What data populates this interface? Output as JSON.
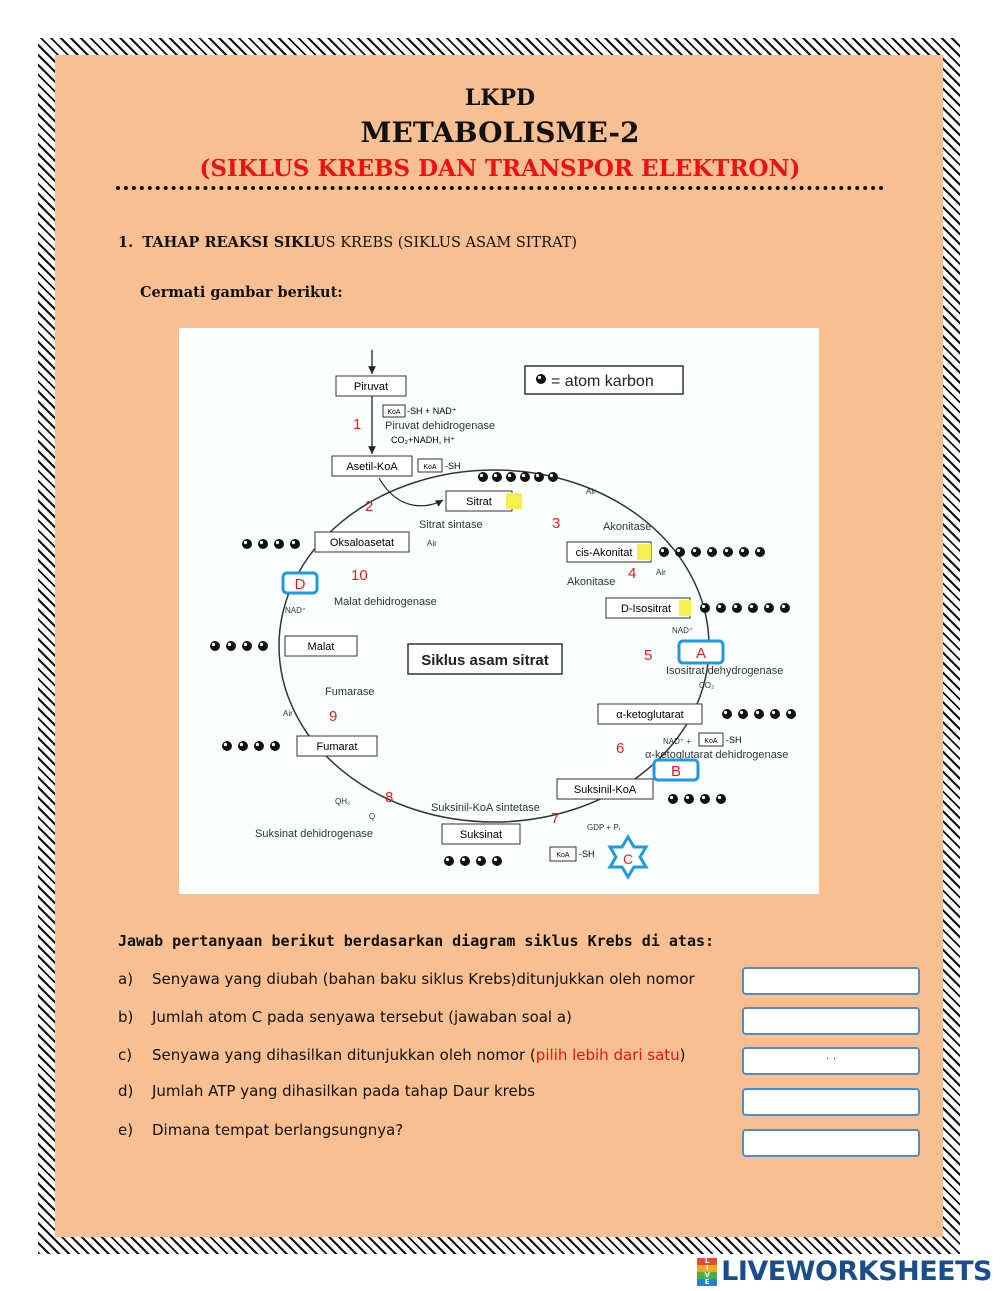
{
  "header": {
    "line1": "LKPD",
    "line2": "METABOLISME-2",
    "line3": "(SIKLUS KREBS DAN TRANSPOR ELEKTRON)"
  },
  "section": {
    "number": "1.",
    "title_bold": "TAHAP REAKSI SIKLU",
    "title_rest": "S KREBS (SIKLUS ASAM SITRAT)",
    "instruction": "Cermati gambar berikut:"
  },
  "diagram": {
    "legend": "= atom karbon",
    "center_label": "Siklus asam sitrat",
    "compounds": {
      "piruvat": "Piruvat",
      "asetil_koa": "Asetil-KoA",
      "sitrat": "Sitrat",
      "cis_akonitat": "cis-Akonitat",
      "d_isositrat": "D-Isositrat",
      "ketoglutarat": "α-ketoglutarat",
      "suksinil_koa": "Suksinil-KoA",
      "suksinat": "Suksinat",
      "fumarat": "Fumarat",
      "malat": "Malat",
      "oksaloasetat": "Oksaloasetat"
    },
    "enzymes": {
      "piruvat_dh": "Piruvat dehidrogenase",
      "sitrat_sintase": "Sitrat sintase",
      "akonitase1": "Akonitase",
      "akonitase2": "Akonitase",
      "isositrat_dh": "Isositrat dehydrogenase",
      "ketoglutarat_dh": "α-ketoglutarat dehidrogenase",
      "suksinil_sintetase": "Suksinil-KoA sintetase",
      "suksinat_dh": "Suksinat dehidrogenase",
      "fumarase": "Fumarase",
      "malat_dh": "Malat dehidrogenase"
    },
    "cofactors": {
      "koa_sh_nad": "-SH + NAD⁺",
      "co2_nadh": "CO₂+NADH, H⁺",
      "koa": "KoA",
      "sh": "-SH",
      "air": "Air",
      "nad": "NAD⁺",
      "co2": "CO₂",
      "nad_koa": "NAD⁺ +",
      "gdp_pi": "GDP + Pᵢ",
      "qh2": "QH₂",
      "q": "Q"
    },
    "steps": [
      "1",
      "2",
      "3",
      "4",
      "5",
      "6",
      "7",
      "8",
      "9",
      "10"
    ],
    "blanks": {
      "a": "A",
      "b": "B",
      "c": "C",
      "d": "D"
    }
  },
  "questions": {
    "intro": "Jawab pertanyaan berikut berdasarkan diagram siklus Krebs di atas:",
    "items": [
      {
        "letter": "a)",
        "text": "Senyawa yang diubah (bahan baku siklus Krebs)ditunjukkan oleh nomor"
      },
      {
        "letter": "b)",
        "text": "Jumlah atom C pada senyawa tersebut (jawaban soal a)"
      },
      {
        "letter": "c)",
        "text_pre": "Senyawa yang dihasilkan ditunjukkan  oleh nomor (",
        "text_red": "pilih lebih dari satu",
        "text_post": ")"
      },
      {
        "letter": "d)",
        "text": "Jumlah ATP yang dihasilkan pada tahap Daur krebs"
      },
      {
        "letter": "e)",
        "text": "Dimana tempat berlangsungnya?"
      }
    ],
    "answer_c_hint": ". ."
  },
  "footer": {
    "brand": "LIVEWORKSHEETS",
    "logo_letters": [
      "L",
      "I",
      "V",
      "E"
    ]
  },
  "colors": {
    "page": "#f8bf92",
    "title_red": "#ee1111",
    "step_red": "#e02020",
    "blank_blue": "#1e9be0",
    "brand_blue": "#1a4e8a"
  }
}
